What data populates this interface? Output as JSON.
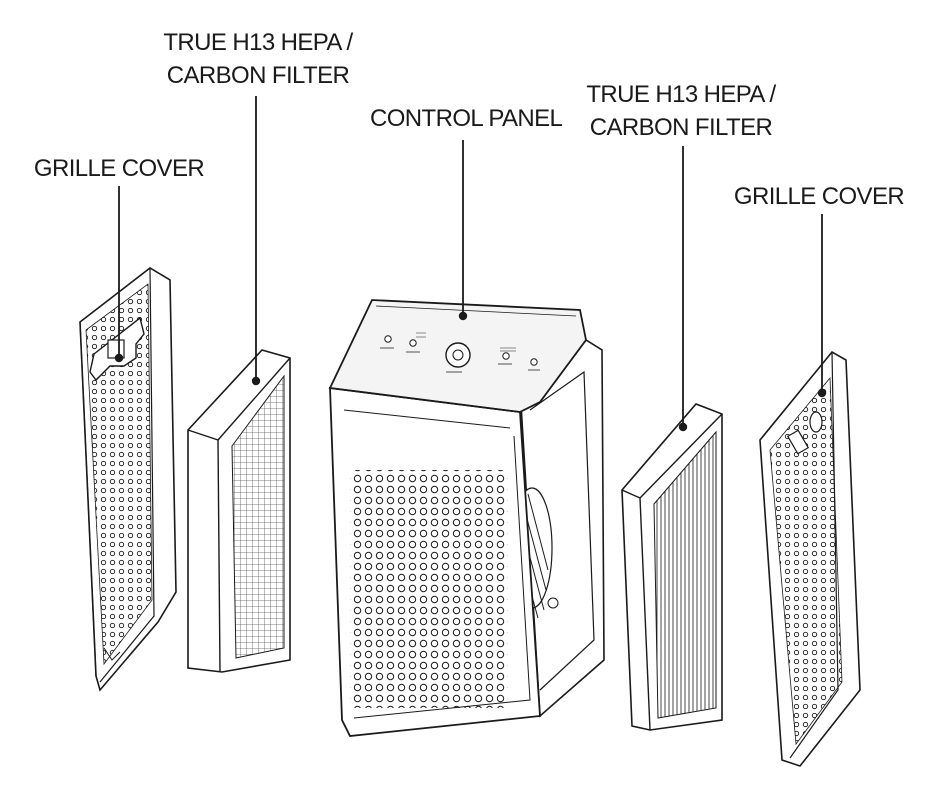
{
  "labels": {
    "left_grille": "GRILLE COVER",
    "left_filter_line1": "TRUE H13 HEPA /",
    "left_filter_line2": "CARBON FILTER",
    "control_panel": "CONTROL PANEL",
    "right_filter_line1": "TRUE H13 HEPA /",
    "right_filter_line2": "CARBON FILTER",
    "right_grille": "GRILLE COVER"
  },
  "colors": {
    "line": "#1a1a1a",
    "paper": "#ffffff",
    "fill_light": "#f4f4f4"
  }
}
